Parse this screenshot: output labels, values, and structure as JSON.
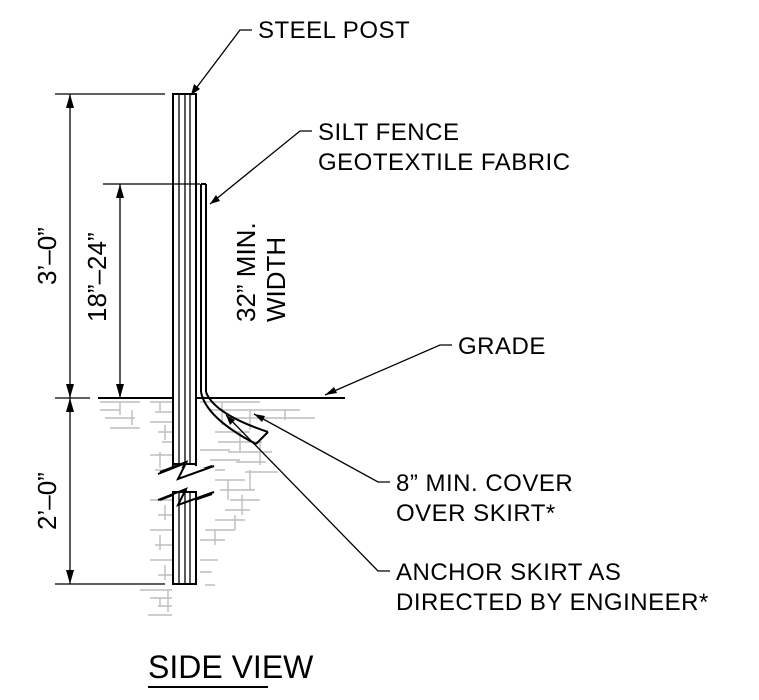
{
  "labels": {
    "steel_post": "STEEL POST",
    "silt_fence_line1": "SILT FENCE",
    "silt_fence_line2": "GEOTEXTILE FABRIC",
    "grade": "GRADE",
    "cover_line1": "8” MIN. COVER",
    "cover_line2": "OVER SKIRT*",
    "anchor_line1": "ANCHOR SKIRT AS",
    "anchor_line2": "DIRECTED BY ENGINEER*",
    "fabric_width_line1": "32” MIN.",
    "fabric_width_line2": "WIDTH"
  },
  "dimensions": {
    "post_above_grade": "3’–0”",
    "fence_height": "18”–24”",
    "post_below_grade": "2’–0”"
  },
  "title": "SIDE VIEW"
}
